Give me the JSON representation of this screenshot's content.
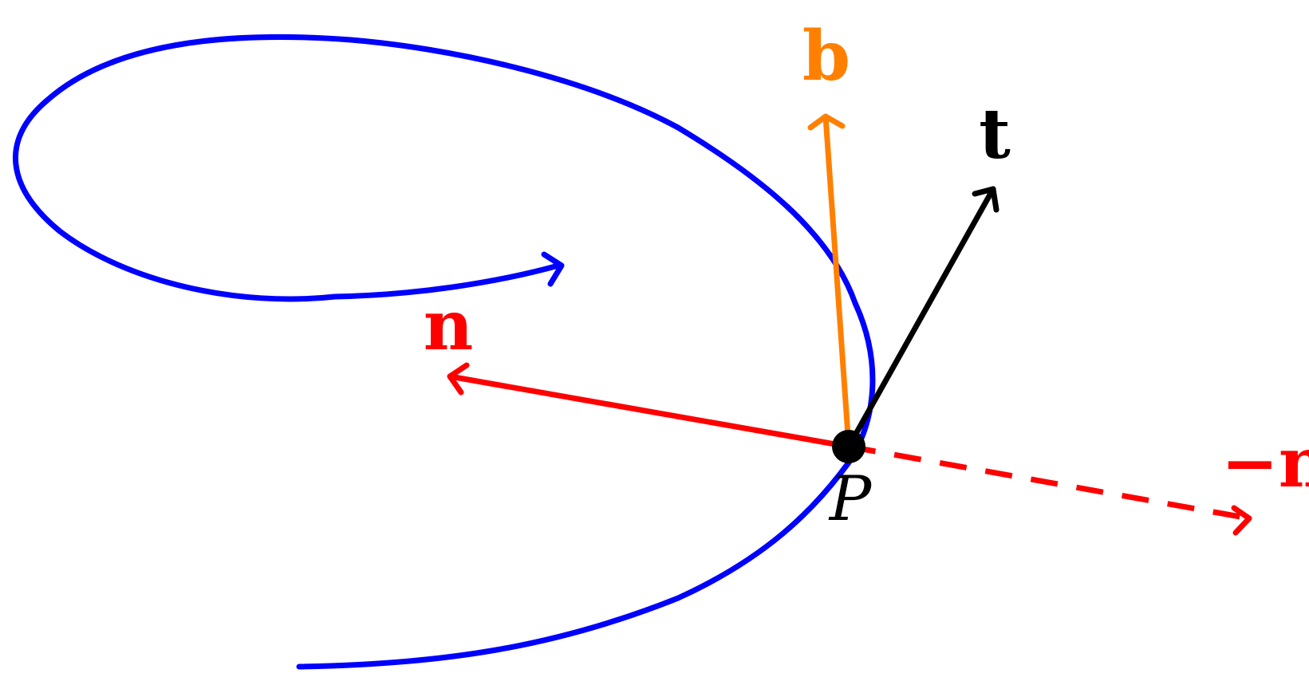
{
  "diagram": {
    "labels": {
      "binormal": "b",
      "tangent": "t",
      "normal": "n",
      "negative_normal": "−n",
      "point": "P"
    },
    "colors": {
      "curve": "#0000ff",
      "binormal": "#ff8000",
      "tangent": "#000000",
      "normal": "#ff0000",
      "point": "#000000"
    }
  }
}
